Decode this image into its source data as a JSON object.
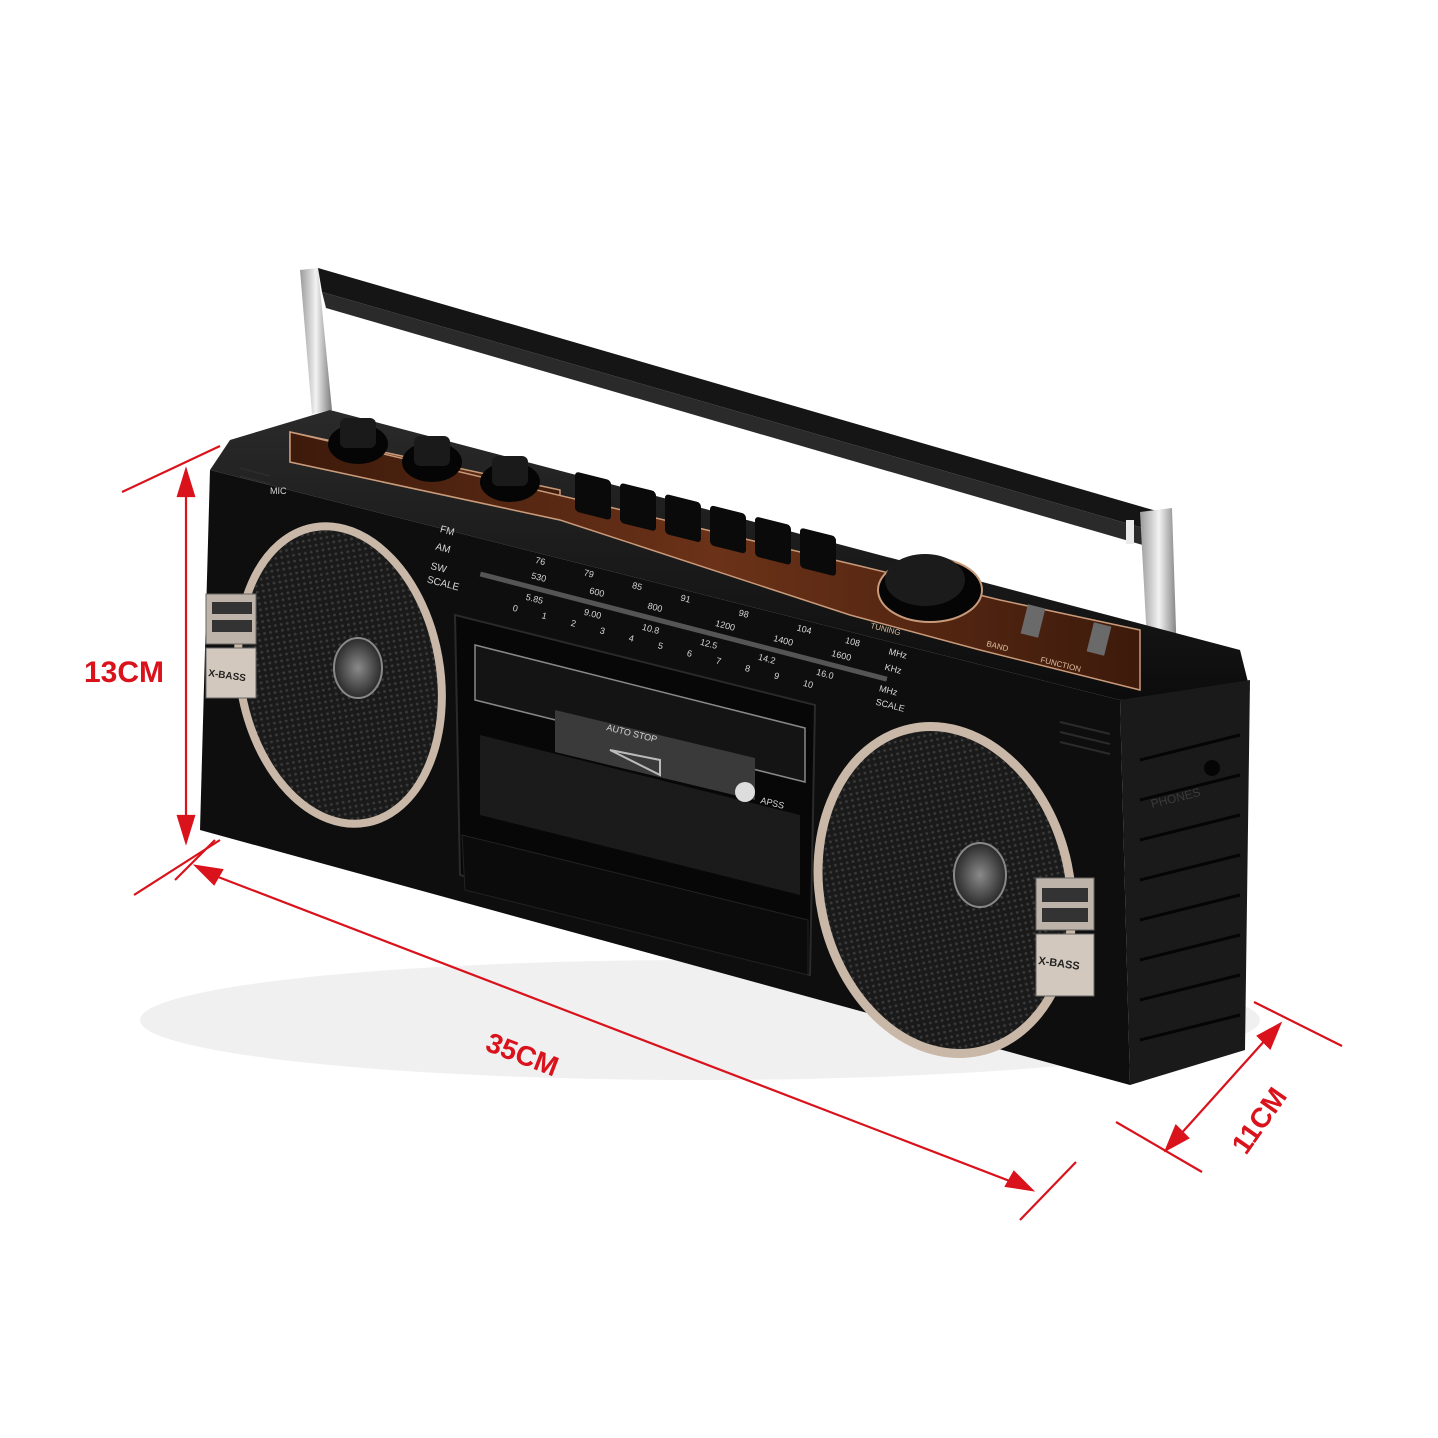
{
  "image": {
    "subject": "Retro cassette radio boombox with carry handle",
    "background_color": "#ffffff",
    "annotation_color": "#d9121b",
    "body_color": "#111111",
    "panel_color": "#5a2a14",
    "trim_color": "#c9b8a8"
  },
  "dimensions": {
    "height": {
      "label": "13CM"
    },
    "length": {
      "label": "35CM"
    },
    "depth": {
      "label": "11CM"
    }
  },
  "device": {
    "mic_label": "MIC",
    "tuner_bands": [
      "FM",
      "AM",
      "SW",
      "SCALE"
    ],
    "fm_scale": [
      "76",
      "79",
      "85",
      "91",
      "98",
      "104",
      "108"
    ],
    "am_scale": [
      "530",
      "600",
      "800",
      "1200",
      "1400",
      "1600"
    ],
    "sw_scale": [
      "5.85",
      "9.00",
      "10.8",
      "12.5",
      "14.2",
      "16.0"
    ],
    "dial_scale": [
      "0",
      "1",
      "2",
      "3",
      "4",
      "5",
      "6",
      "7",
      "8",
      "9",
      "10"
    ],
    "units": [
      "MHz",
      "KHz",
      "MHz",
      "SCALE"
    ],
    "cassette_label": "AUTO STOP",
    "aps_badge": "APSS",
    "speaker_badge": "X-BASS",
    "side_jack_label": "PHONES",
    "switch_labels": [
      "BAND",
      "FUNCTION"
    ],
    "tuning_label": "TUNING"
  }
}
